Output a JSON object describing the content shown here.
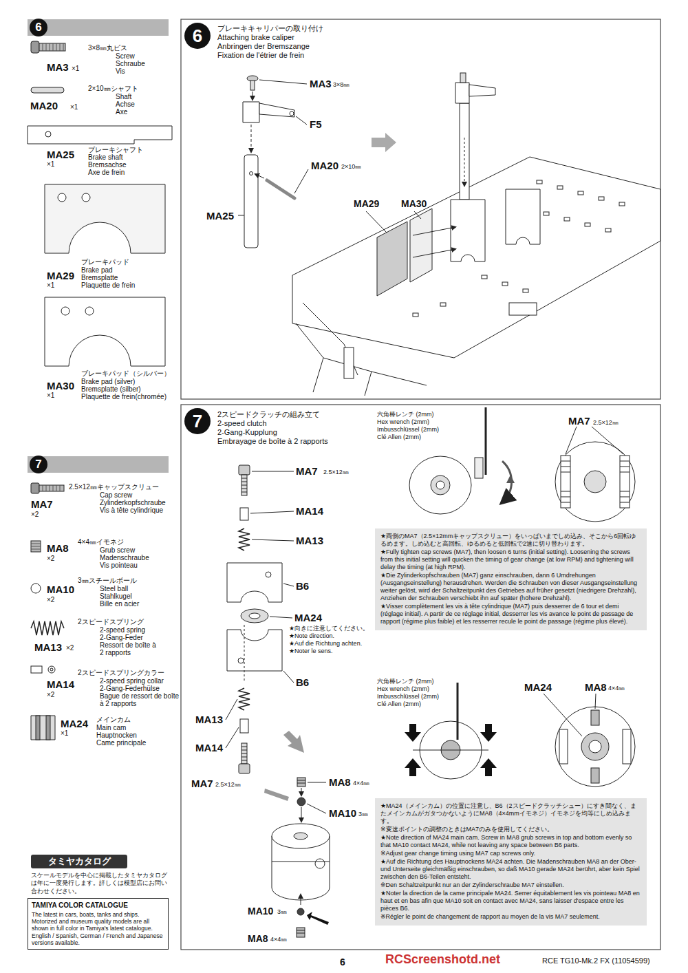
{
  "diagram": {
    "nodes": [
      {
        "text": [
          "6"
        ]
      },
      {
        "text": [
          "6"
        ]
      },
      {
        "text": [
          "7"
        ]
      },
      {
        "text": [
          "タミヤカタログ"
        ]
      },
      {
        "text": [
          "TAMIYA COLOR CATALOGUE",
          "The latest in cars, boats, tanks and ships. Motorized and museum quality models are all shown in full color in Tamiya's latest catalogue. English / Spanish, German / French and Japanese versions available."
        ]
      },
      {
        "text": [
          "7"
        ]
      },
      {
        "text": [
          "★両側のMA7（2.5×12mmキャップスクリュー）をいっぱいまでしめ込み、そこから6回転ゆるめます。しめ込むと高回転、ゆるめると低回転で2速に切り替わります。",
          "★Fully tighten cap screws (MA7), then loosen 6 turns (initial setting). Loosening the screws from this initial setting will quicken the timing of gear change (at low RPM) and tightening will delay the timing (at high RPM).",
          "★Die Zylinderkopfschrauben (MA7) ganz einschrauben, dann 6 Umdrehungen (Ausgangseinstellung) herausdrehen. Werden die Schrauben von dieser Ausgangseinstellung weiter gelöst, wird der Schaltzeitpunkt des Getriebes auf früher gesetzt (niedrigere Drehzahl), Anziehen der Schrauben verschiebt ihn auf später (höhere Drehzahl).",
          "★Visser complètement les vis à tête cylindrique (MA7) puis desserrer de 6 tour et demi (réglage initial). A partir de ce réglage initial, desserrer les vis avance le point de passage de rapport (régime plus faible) et les resserrer recule le point de passage (régime plus élevé)."
        ]
      },
      {
        "text": [
          "★MA24（メインカム）の位置に注意し、B6（2スピードクラッチシュー）にすき間なく、またメインカムがガタつかないようにMA8（4×4mmイモネジ）イモネジを均等にしめ込みます。",
          "※変速ポイントの調整のときはMA7のみを使用してください。",
          "★Note direction of MA24 main cam. Screw in MA8 grub screws in top and bottom evenly so that MA10 contact MA24, while not leaving any space between B6 parts.",
          "※Adjust gear change timing using MA7 cap screws only.",
          "★Auf die Richtung des Hauptnockens MA24 achten. Die Madenschrauben MA8 an der Ober- und Unterseite gleichmäßig einschrauben, so daß MA10 gerade MA24 berührt, aber kein Spiel zwischen den B6-Teilen entsteht.",
          "※Den Schaltzeitpunkt nur an der Zylinderschraube MA7 einstellen.",
          "★Noter la direction de la came principale MA24. Serrer équitablement les vis pointeau MA8 en haut et en bas afin que MA10 soit en contact avec MA24, sans laisser d'espace entre les pièces B6.",
          "※Régler le point de changement de rapport au moyen de la vis MA7 seulement."
        ]
      }
    ],
    "labels": [
      "3×8㎜丸ビス",
      "Screw",
      "Schraube",
      "Vis",
      "MA3",
      "×1",
      "2×10㎜シャフト",
      "Shaft",
      "Achse",
      "Axe",
      "MA20",
      "×1",
      "ブレーキシャフト",
      "Brake shaft",
      "Bremsachse",
      "Axe de frein",
      "MA25",
      "×1",
      "ブレーキパッド",
      "Brake pad",
      "Bremsplatte",
      "Plaquette de frein",
      "MA29",
      "×1",
      "ブレーキパッド（シルバー）",
      "Brake pad (silver)",
      "Bremsplatte (silber)",
      "Plaquette de frein(chromée)",
      "MA30",
      "×1",
      "ブレーキキャリパーの取り付け",
      "Attaching brake caliper",
      "Anbringen der Bremszange",
      "Fixation de l'étrier de frein",
      "MA3",
      "3×8㎜",
      "F5",
      "MA20",
      "2×10㎜",
      "MA25",
      "MA29",
      "MA30",
      "2.5×12㎜キャップスクリュー",
      "Cap screw",
      "Zylinderkopfschraube",
      "Vis à tête cylindrique",
      "MA7",
      "×2",
      "4×4㎜イモネジ",
      "Grub screw",
      "Madenschraube",
      "Vis pointeau",
      "MA8",
      "×2",
      "3㎜スチールボール",
      "Steel ball",
      "Stahlkugel",
      "Bille en acier",
      "MA10",
      "×2",
      "2スピードスプリング",
      "2-speed spring",
      "2-Gang-Feder",
      "Ressort de boîte à",
      "2 rapports",
      "MA13",
      "×2",
      "2スピードスプリングカラー",
      "2-speed spring collar",
      "2-Gang-Federhülse",
      "Bague de ressort de boîte",
      "à 2 rapports",
      "MA14",
      "×2",
      "メインカム",
      "Main cam",
      "Hauptnocken",
      "Came principale",
      "MA24",
      "×1",
      "スケールモデルを中心に掲載したタミヤカタログは年に一度発行します。詳しくは模型店にお問い合わせください。",
      "2スピードクラッチの組み立て",
      "2-speed clutch",
      "2-Gang-Kupplung",
      "Embrayage de boîte à 2 rapports",
      "MA7",
      "2.5×12㎜",
      "MA14",
      "MA13",
      "B6",
      "MA24",
      "★向きに注意してください。",
      "★Note direction.",
      "★Auf die Richtung achten.",
      "★Noter le sens.",
      "B6",
      "MA13",
      "MA14",
      "MA7",
      "2.5×12㎜",
      "MA8",
      "4×4㎜",
      "MA10",
      "3㎜",
      "MA10",
      "3㎜",
      "MA8",
      "4×4㎜",
      "六角棒レンチ (2mm)",
      "Hex wrench (2mm)",
      "Imbusschlüssel (2mm)",
      "Clé Allen (2mm)",
      "MA7",
      "2.5×12㎜",
      "六角棒レンチ (2mm)",
      "Hex wrench (2mm)",
      "Imbusschlüssel (2mm)",
      "Clé Allen (2mm)",
      "MA24",
      "MA8",
      "4×4㎜",
      "6",
      "RCE TG10-Mk.2 FX (11054599)",
      "RCScreenshotd.net"
    ]
  }
}
